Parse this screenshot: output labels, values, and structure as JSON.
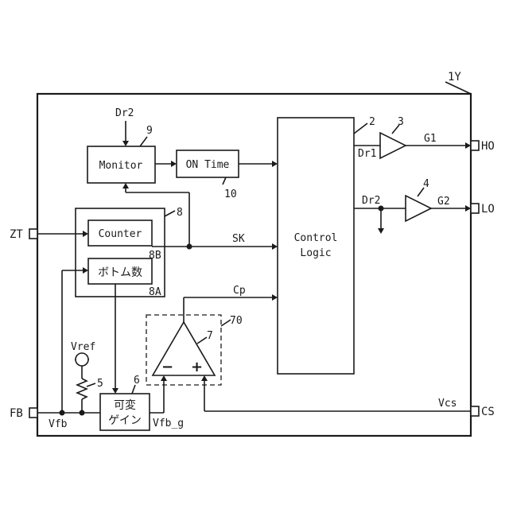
{
  "diagram": {
    "chip_ref": "1Y",
    "blocks": {
      "monitor": {
        "label": "Monitor",
        "ref": "9"
      },
      "on_time": {
        "label": "ON Time",
        "ref": "10"
      },
      "control_logic": {
        "line1": "Control",
        "line2": "Logic",
        "ref": "2"
      },
      "counter": {
        "label": "Counter",
        "ref": "8B"
      },
      "bottom_count": {
        "label": "ボトム数",
        "ref": "8A"
      },
      "group8": {
        "ref": "8"
      },
      "variable_gain": {
        "line1": "可変",
        "line2": "ゲイン",
        "ref": "6"
      },
      "comparator": {
        "ref": "7",
        "group_ref": "70",
        "minus": "−",
        "plus": "+"
      },
      "driver1": {
        "ref": "3"
      },
      "driver2": {
        "ref": "4"
      },
      "resistor": {
        "ref": "5"
      }
    },
    "signals": {
      "dr2_top": "Dr2",
      "dr1": "Dr1",
      "dr2_right": "Dr2",
      "g1": "G1",
      "g2": "G2",
      "sk": "SK",
      "cp": "Cp",
      "vref": "Vref",
      "vfb": "Vfb",
      "vfb_g": "Vfb_g",
      "vcs": "Vcs"
    },
    "pins": {
      "zt": "ZT",
      "fb": "FB",
      "ho": "HO",
      "lo": "LO",
      "cs": "CS"
    }
  }
}
